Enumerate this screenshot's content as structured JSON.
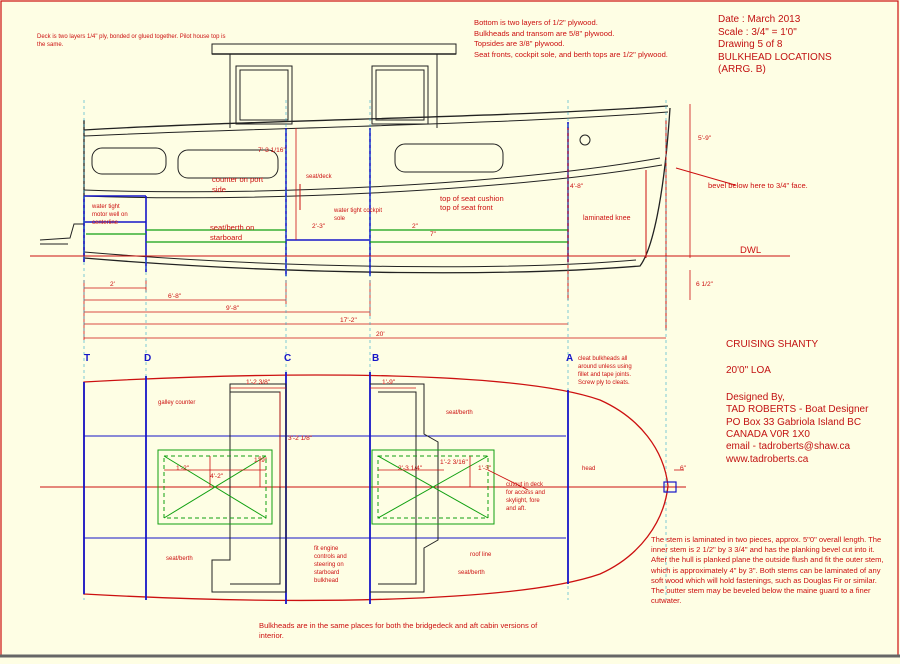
{
  "title_block": {
    "date": "Date : March 2013",
    "scale": "Scale : 3/4\" = 1'0\"",
    "drawing": "Drawing 5 of 8",
    "subject": "BULKHEAD LOCATIONS",
    "arrangement": "(ARRG. B)"
  },
  "specs": [
    "Bottom is two layers of 1/2\" plywood.",
    "Bulkheads and transom are 5/8\" plywood.",
    "Topsides are 3/8\" plywood.",
    "Seat fronts, cockpit sole, and berth tops are 1/2\" plywood."
  ],
  "deck_note": "Deck is two layers 1/4\" ply, bonded or glued together. Pilot house top is the same.",
  "boat": {
    "name": "CRUISING SHANTY",
    "loa": "20'0\" LOA"
  },
  "designer": {
    "designed_by": "Designed By,",
    "name": "TAD ROBERTS - Boat Designer",
    "address": "PO Box 33 Gabriola Island BC",
    "country": "CANADA  V0R 1X0",
    "email": "email - tadroberts@shaw.ca",
    "web": "www.tadroberts.ca"
  },
  "stem_note": "The stem is laminated in two pieces, approx. 5\"0\" overall length.  The inner stem is 2 1/2\" by 3 3/4\" and has the planking bevel cut into it.  After the hull is planked plane the outside flush and fit the outer stem, which is approximately 4\" by 3\". Both stems can be laminated of any soft wood which will hold fastenings, such as Douglas Fir or similar. The outter stem may be beveled below the maine guard to a finer cutwater.",
  "bulkhead_note": "Bulkheads are in the same places for both the bridgedeck and aft cabin versions of interior.",
  "profile_labels": {
    "counter_port": "counter on port",
    "counter_port2": "side",
    "seat_deck": "seat/deck",
    "motor_well": "water tight",
    "motor_well2": "motor well on",
    "motor_well3": "centerline",
    "seat_berth": "seat/berth on",
    "seat_berth2": "starboard",
    "cockpit_sole": "water tight cockpit",
    "cockpit_sole2": "sole",
    "seat_cushion": "top of seat cushion",
    "seat_front": "top of seat front",
    "laminated_knee": "laminated knee",
    "bevel": "bevel below here to 3/4\" face.",
    "dwl": "DWL",
    "dim_height": "5'-9\"",
    "dim_stem": "4'-8\"",
    "dim_cabin": "7'-3 1/16\"",
    "dim_seat": "2'-3\"",
    "dim_2": "2\"",
    "dim_7": "7\"",
    "dim_ls1": "2'",
    "dim_ls2": "6'-8\"",
    "dim_ls3": "9'-8\"",
    "dim_ls4": "17'-2\"",
    "dim_ls5": "20'",
    "dim_rake": "6 1/2\""
  },
  "bulkhead_letters": [
    "T",
    "D",
    "C",
    "B",
    "A"
  ],
  "plan_labels": {
    "galley": "galley counter",
    "seat_berth_f": "seat/berth",
    "seat_berth_a": "seat/berth",
    "seat_berth_m": "seat/berth",
    "head": "head",
    "roof_line": "roof line",
    "engine": "fit engine",
    "engine2": "controls and",
    "engine3": "steering on",
    "engine4": "starboard",
    "engine5": "bulkhead",
    "cleat": "cleat bulkheads all",
    "cleat2": "around unless using",
    "cleat3": "fillet and tape joints.",
    "cleat4": "Screw ply to cleats.",
    "cutout": "cutout in deck",
    "cutout2": "for access and",
    "cutout3": "skylight, fore",
    "cutout4": "and aft.",
    "d1": "1'-2 3/8\"",
    "d2": "3'-2 1/8\"",
    "d3": "4'-2\"",
    "d4": "1'-2\"",
    "d5": "1'-9\"",
    "d6": "1'-9\"",
    "d7": "2'-3 1/4\"",
    "d8": "1'-2 3/16\"",
    "d9": "1'-3\"",
    "d10": "6\""
  }
}
